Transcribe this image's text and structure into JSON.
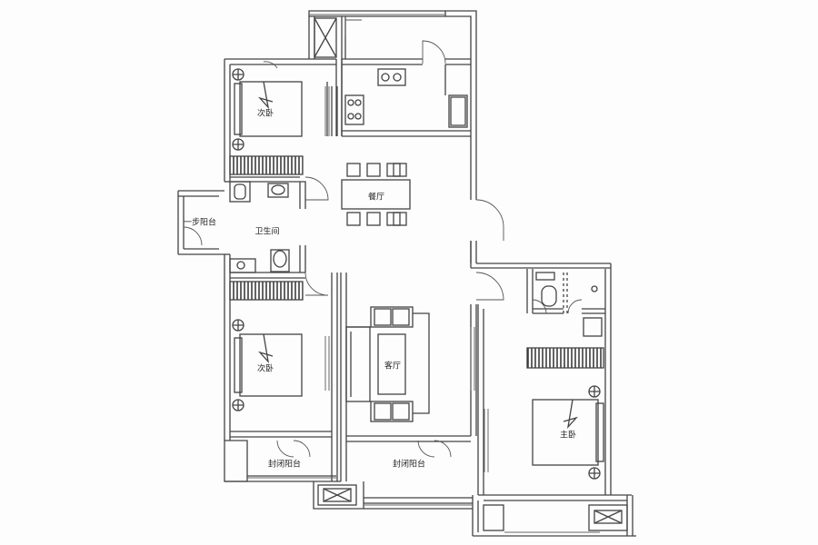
{
  "rooms": {
    "second_bedroom_top": "次卧",
    "dining_room": "餐厅",
    "bathroom": "卫生间",
    "step_balcony": "一步阳台",
    "second_bedroom_bottom": "次卧",
    "living_room": "客厅",
    "master_bedroom": "主卧",
    "enclosed_balcony_left": "封闭阳台",
    "enclosed_balcony_right": "封闭阳台"
  },
  "colors": {
    "wall": "#555555",
    "line": "#333333",
    "background": "#fdfdfd"
  }
}
